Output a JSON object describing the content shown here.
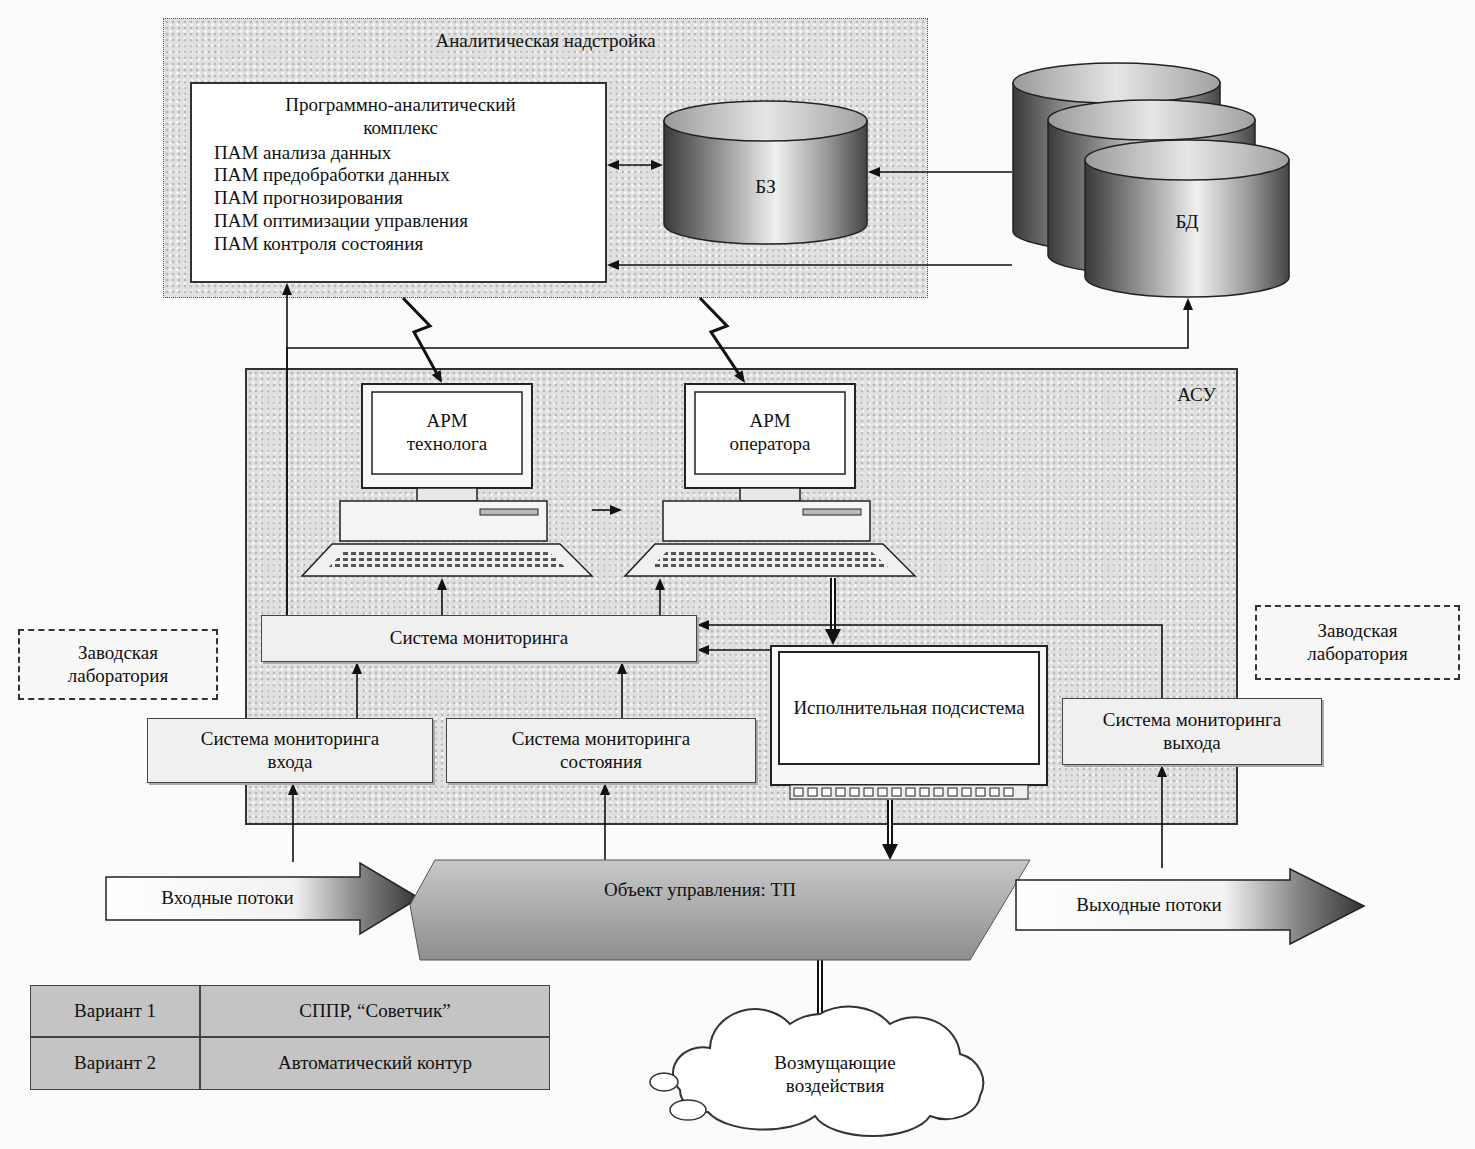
{
  "diagram": {
    "nodes": [
      {
        "text": [
          "Аналитическая надстройка"
        ]
      },
      {
        "text": [
          "Программно-аналитический комплекс",
          "ПАМ анализа данных",
          "ПАМ предобработки данных",
          "ПАМ прогнозирования",
          "ПАМ оптимизации управления",
          "ПАМ контроля состояния"
        ],
        "in": 0
      },
      {
        "text": [
          "БЗ"
        ],
        "in": 0
      },
      {
        "text": [
          "БД"
        ]
      },
      {
        "text": [
          "АСУ"
        ]
      },
      {
        "text": [
          "АРМ технолога"
        ],
        "in": 4
      },
      {
        "text": [
          "АРМ оператора"
        ],
        "in": 4
      },
      {
        "text": [
          "Система мониторинга"
        ],
        "in": 4
      },
      {
        "text": [
          "Исполнительная подсистема"
        ],
        "in": 4
      },
      {
        "text": [
          "Система мониторинга входа"
        ],
        "in": 4
      },
      {
        "text": [
          "Система мониторинга состояния"
        ],
        "in": 4
      },
      {
        "text": [
          "Система мониторинга выхода"
        ],
        "in": 4
      },
      {
        "text": [
          "Заводская лаборатория"
        ]
      },
      {
        "text": [
          "Заводская лаборатория"
        ]
      },
      {
        "text": [
          "Входные потоки"
        ]
      },
      {
        "text": [
          "Объект управления: ТП"
        ]
      },
      {
        "text": [
          "Выходные потоки"
        ]
      },
      {
        "text": [
          "Возмущающие воздействия"
        ]
      }
    ],
    "edges": [
      {
        "from": 1,
        "to": 2,
        "arrow": "both"
      },
      {
        "from": 3,
        "to": 2,
        "arrow": "to"
      },
      {
        "from": 3,
        "to": 1,
        "arrow": "to"
      },
      {
        "from": 7,
        "to": 1,
        "arrow": "to"
      },
      {
        "from": 7,
        "to": 3,
        "arrow": "to"
      },
      {
        "from": 0,
        "to": 5,
        "arrow": "to"
      },
      {
        "from": 0,
        "to": 6,
        "arrow": "to"
      },
      {
        "from": 5,
        "to": 6,
        "arrow": "to"
      },
      {
        "from": 7,
        "to": 5,
        "arrow": "to"
      },
      {
        "from": 7,
        "to": 6,
        "arrow": "to"
      },
      {
        "from": 6,
        "to": 8,
        "arrow": "to"
      },
      {
        "from": 9,
        "to": 7,
        "arrow": "to"
      },
      {
        "from": 10,
        "to": 7,
        "arrow": "to"
      },
      {
        "from": 11,
        "to": 7,
        "arrow": "to"
      },
      {
        "from": 8,
        "to": 7,
        "arrow": "to"
      },
      {
        "from": 14,
        "to": 9,
        "arrow": "to"
      },
      {
        "from": 15,
        "to": 10,
        "arrow": "to"
      },
      {
        "from": 8,
        "to": 15,
        "arrow": "to"
      },
      {
        "from": 16,
        "to": 11,
        "arrow": "to"
      },
      {
        "from": 17,
        "to": 15,
        "arrow": "to"
      }
    ],
    "labels": [
      "Вариант 1",
      "СППР, “Советчик”",
      "Вариант 2",
      "Автоматический контур"
    ]
  }
}
